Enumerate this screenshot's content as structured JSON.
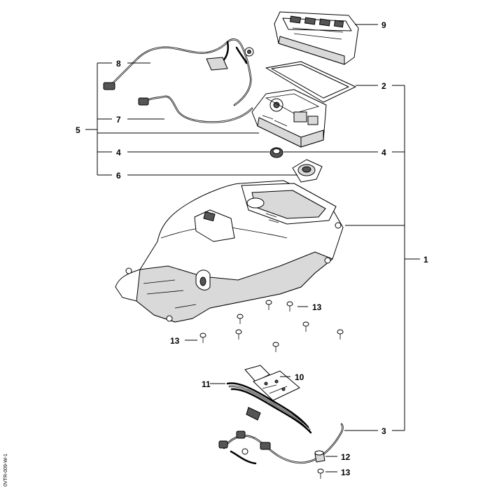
{
  "callouts": {
    "c1": "1",
    "c2": "2",
    "c3": "3",
    "c4a": "4",
    "c4b": "4",
    "c5": "5",
    "c6": "6",
    "c7": "7",
    "c8": "8",
    "c9": "9",
    "c10": "10",
    "c11": "11",
    "c12": "12",
    "c13a": "13",
    "c13b": "13",
    "c13c": "13"
  },
  "reference_code": "0VTR-009-W-1"
}
